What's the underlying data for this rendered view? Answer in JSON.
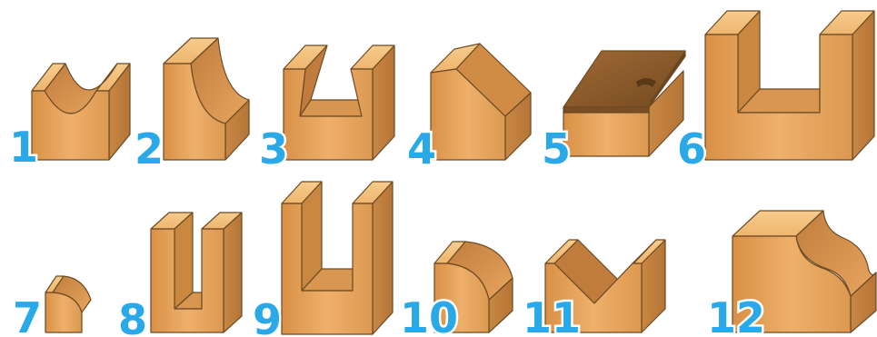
{
  "profiles": [
    {
      "number": "1"
    },
    {
      "number": "2"
    },
    {
      "number": "3"
    },
    {
      "number": "4"
    },
    {
      "number": "5"
    },
    {
      "number": "6"
    },
    {
      "number": "7"
    },
    {
      "number": "8"
    },
    {
      "number": "9"
    },
    {
      "number": "10"
    },
    {
      "number": "11"
    },
    {
      "number": "12"
    }
  ],
  "colors": {
    "wood_front": "#e7a35a",
    "wood_top": "#f4c27e",
    "wood_side": "#c98a45",
    "wood_shadow": "#b9783a",
    "laminate_top": "#8a5c2e",
    "number_blue": "#2aa9e8"
  }
}
